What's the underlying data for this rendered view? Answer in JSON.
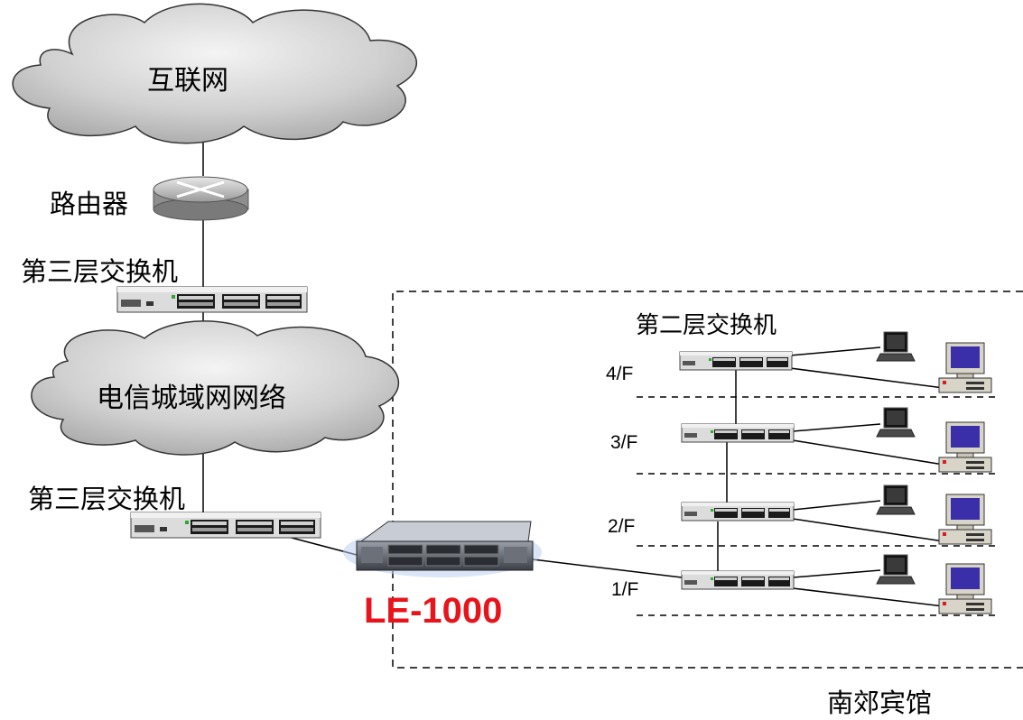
{
  "labels": {
    "internet": "互联网",
    "router": "路由器",
    "l3_switch_top": "第三层交换机",
    "metro_network": "电信城域网网络",
    "l3_switch_bottom": "第三层交换机",
    "product": "LE-1000",
    "l2_switch": "第二层交换机",
    "hotel": "南郊宾馆"
  },
  "floors": [
    {
      "label": "4/F"
    },
    {
      "label": "3/F"
    },
    {
      "label": "2/F"
    },
    {
      "label": "1/F"
    }
  ],
  "colors": {
    "cloud_fill": "#c8c8c8",
    "product_label": "#e8141c",
    "monitor_screen": "#3a2fa8",
    "line": "#000000"
  }
}
